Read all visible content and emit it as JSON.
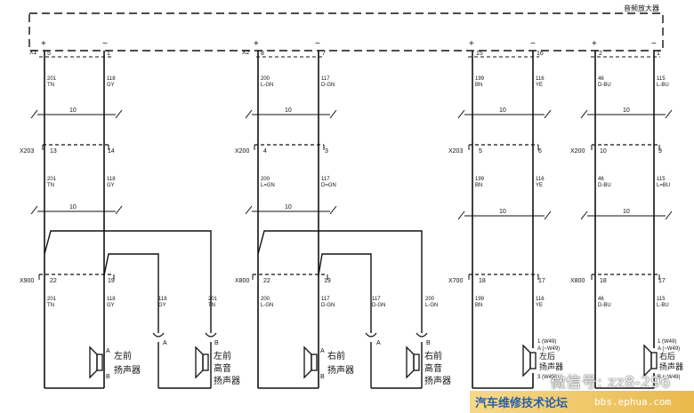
{
  "module": {
    "title": "音频放大器",
    "x1": "X1",
    "x2": "X2"
  },
  "groups": [
    {
      "key": "lf",
      "plus_pin": "5",
      "minus_pin": "1",
      "plus_label": "+",
      "minus_label": "−",
      "wire_a": {
        "circuit": "201",
        "color": "TN"
      },
      "wire_b": {
        "circuit": "118",
        "color": "GY"
      },
      "twist": "10",
      "conn1": {
        "name": "X203",
        "pin_a": "13",
        "pin_b": "14"
      },
      "conn2": {
        "name": "X900",
        "pin_a": "22",
        "pin_b": "19"
      },
      "twist2": "10",
      "wire_c_circuit": "118",
      "wire_c_color": "GY",
      "wire_d_circuit": "201",
      "wire_d_color": "TN",
      "spk1": {
        "line1": "左前",
        "line2": "扬声器",
        "pin_top": "A",
        "pin_bot": "B"
      },
      "spk2": {
        "line1": "左前",
        "line2": "高音",
        "line3": "扬声器",
        "pin_a": "A",
        "pin_b": "B"
      }
    },
    {
      "key": "rf",
      "plus_pin": "8",
      "minus_pin": "7",
      "plus_label": "+",
      "minus_label": "−",
      "wire_a": {
        "circuit": "200",
        "color": "L-GN"
      },
      "wire_b": {
        "circuit": "117",
        "color": "D-GN"
      },
      "twist": "10",
      "conn1": {
        "name": "X200",
        "pin_a": "4",
        "pin_b": "3"
      },
      "conn1_wire_a": "L=GN",
      "conn1_wire_b": "D=GN",
      "conn2": {
        "name": "X800",
        "pin_a": "22",
        "pin_b": "19"
      },
      "twist2": "10",
      "wire_c_circuit": "117",
      "wire_c_color": "D-GN",
      "wire_d_circuit": "200",
      "wire_d_color": "L-GN",
      "spk1": {
        "line1": "右前",
        "line2": "扬声器",
        "pin_top": "A",
        "pin_bot": "B"
      },
      "spk2": {
        "line1": "右前",
        "line2": "高音",
        "line3": "扬声器",
        "pin_a": "A",
        "pin_b": "B"
      }
    },
    {
      "key": "lr",
      "plus_pin": "15",
      "minus_pin": "16",
      "plus_label": "+",
      "minus_label": "−",
      "wire_a": {
        "circuit": "199",
        "color": "BN"
      },
      "wire_b": {
        "circuit": "116",
        "color": "YE"
      },
      "twist": "10",
      "conn1": {
        "name": "X203",
        "pin_a": "5",
        "pin_b": "6"
      },
      "conn2": {
        "name": "X700",
        "pin_a": "18",
        "pin_b": "17"
      },
      "twist2": "10",
      "spk1": {
        "line1": "左后",
        "line2": "扬声器",
        "pin_a": "1 (W49)",
        "pin_a2": "A (~W49)",
        "pin_b": "3 (W49)"
      }
    },
    {
      "key": "rr",
      "plus_pin": "2",
      "minus_pin": "1",
      "plus_label": "+",
      "minus_label": "−",
      "wire_a": {
        "circuit": "46",
        "color": "D-BU"
      },
      "wire_b": {
        "circuit": "115",
        "color": "L-BU"
      },
      "twist": "10",
      "conn1": {
        "name": "X200",
        "pin_a": "10",
        "pin_b": "9"
      },
      "conn1_wire_b": "L=BU",
      "conn2": {
        "name": "X800",
        "pin_a": "18",
        "pin_b": "17"
      },
      "twist2": "10",
      "spk1": {
        "line1": "右后",
        "line2": "扬声器",
        "pin_a": "1 (W49)",
        "pin_a2": "A (~W49)",
        "pin_b": "B (~W49)"
      }
    }
  ],
  "watermark": {
    "wechat": "微信号: zz8-296",
    "forum": "汽车维修技术论坛",
    "url": "bbs.ephua.com"
  }
}
